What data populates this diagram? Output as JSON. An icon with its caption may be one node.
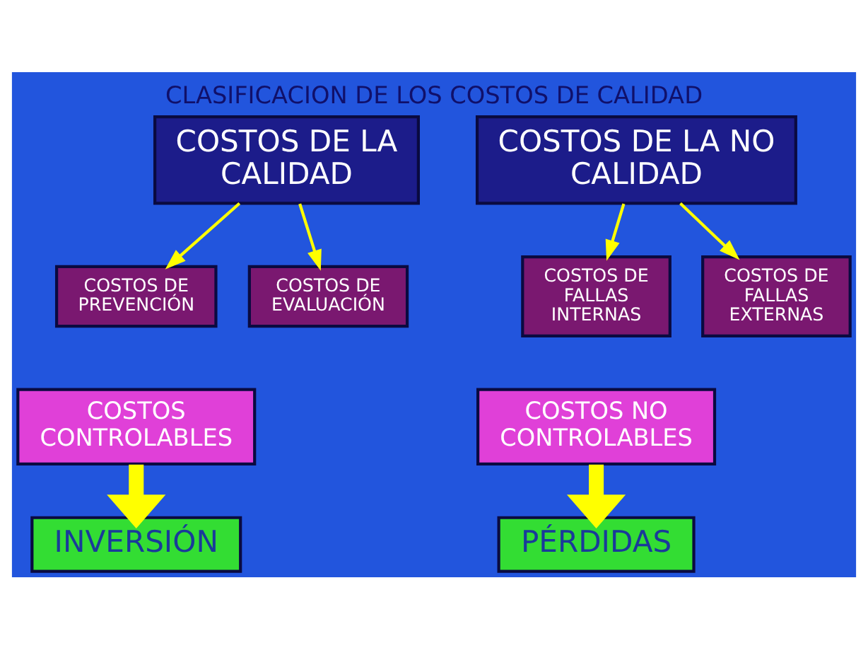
{
  "diagram": {
    "title": "CLASIFICACION DE LOS COSTOS DE CALIDAD",
    "nodes": [
      {
        "text": [
          "COSTOS DE LA CALIDAD"
        ]
      },
      {
        "text": [
          "COSTOS DE LA NO CALIDAD"
        ]
      },
      {
        "text": [
          "COSTOS DE PREVENCIÓN"
        ]
      },
      {
        "text": [
          "COSTOS DE EVALUACIÓN"
        ]
      },
      {
        "text": [
          "COSTOS DE FALLAS INTERNAS"
        ]
      },
      {
        "text": [
          "COSTOS DE FALLAS EXTERNAS"
        ]
      },
      {
        "text": [
          "COSTOS CONTROLABLES"
        ]
      },
      {
        "text": [
          "COSTOS NO CONTROLABLES"
        ]
      },
      {
        "text": [
          "INVERSIÓN"
        ]
      },
      {
        "text": [
          "PÉRDIDAS"
        ]
      }
    ],
    "edges": [
      {
        "from": 0,
        "to": 2,
        "arrow": "to"
      },
      {
        "from": 0,
        "to": 3,
        "arrow": "to"
      },
      {
        "from": 1,
        "to": 4,
        "arrow": "to"
      },
      {
        "from": 1,
        "to": 5,
        "arrow": "to"
      },
      {
        "from": 6,
        "to": 8,
        "arrow": "to",
        "style": "thick"
      },
      {
        "from": 7,
        "to": 9,
        "arrow": "to",
        "style": "thick"
      }
    ]
  }
}
